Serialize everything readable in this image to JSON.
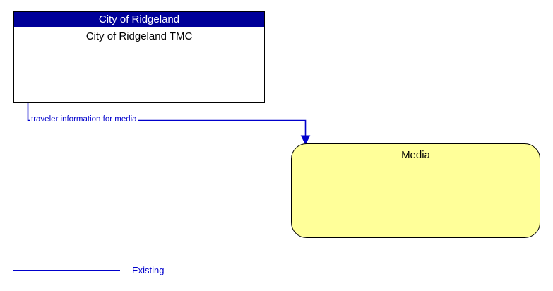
{
  "diagram": {
    "type": "interface-flow-diagram",
    "background_color": "#ffffff",
    "element": {
      "stakeholder": "City of Ridgeland",
      "name": "City of Ridgeland TMC",
      "header_color": "#000099",
      "header_text_color": "#ffffff",
      "fill_color": "#ffffff",
      "border_color": "#000000"
    },
    "terminator": {
      "name": "Media",
      "fill_color": "#ffff99",
      "border_color": "#000000"
    },
    "flow": {
      "label": "traveler information for media",
      "color": "#0000cc",
      "direction": "element-to-terminator",
      "arrowhead": "down"
    },
    "legend": {
      "entries": [
        {
          "label": "Existing",
          "color": "#0000cc",
          "style": "solid"
        }
      ]
    }
  }
}
